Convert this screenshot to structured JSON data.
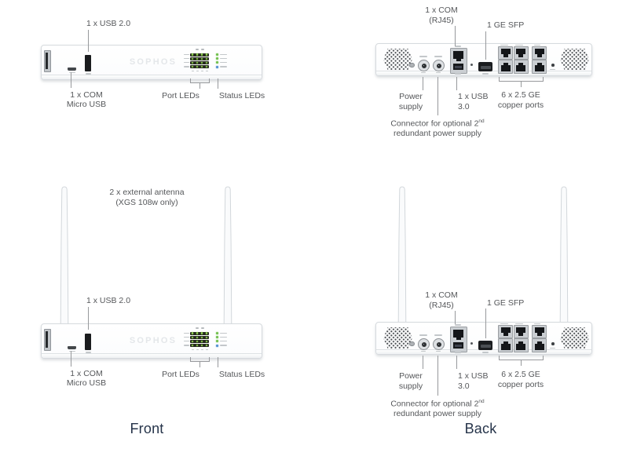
{
  "logo_text": "SOPHOS",
  "headings": {
    "front": "Front",
    "back": "Back"
  },
  "front_labels": {
    "usb2": "1 x USB 2.0",
    "com1": "1 x COM",
    "com2": "Micro USB",
    "port_leds": "Port LEDs",
    "status_leds": "Status LEDs"
  },
  "back_labels": {
    "com1": "1 x COM",
    "com2": "(RJ45)",
    "sfp": "1 GE SFP",
    "power1": "Power",
    "power2": "supply",
    "usb3_1": "1 x USB",
    "usb3_2": "3.0",
    "copper1": "6 x 2.5 GE",
    "copper2": "copper ports",
    "connector_main": "Connector for optional 2",
    "connector_sup": "nd",
    "connector_line2": "redundant power supply"
  },
  "antenna_note": {
    "line1": "2 x external antenna",
    "line2": "(XGS 108w only)"
  },
  "colors": {
    "label_text": "#55575a",
    "heading_text": "#26344a",
    "leader_line": "#97999c",
    "device_border": "#d6dade",
    "led_green": "#6fbf4a",
    "led_blue": "#4f8fd0",
    "logo_gray": "#e4e7ea"
  }
}
